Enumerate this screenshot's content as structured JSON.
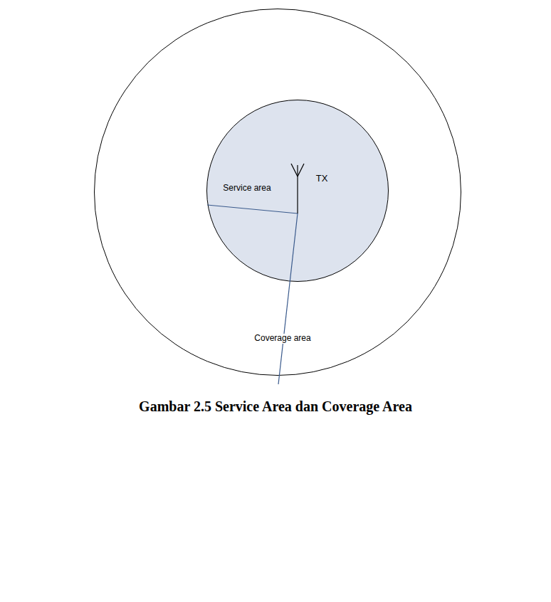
{
  "diagram": {
    "caption": "Gambar 2.5 Service Area dan Coverage Area",
    "nodes": [
      {
        "text": [
          "Coverage area"
        ]
      },
      {
        "text": [
          "Service area"
        ],
        "in": 0
      }
    ],
    "labels": [
      "TX"
    ]
  }
}
